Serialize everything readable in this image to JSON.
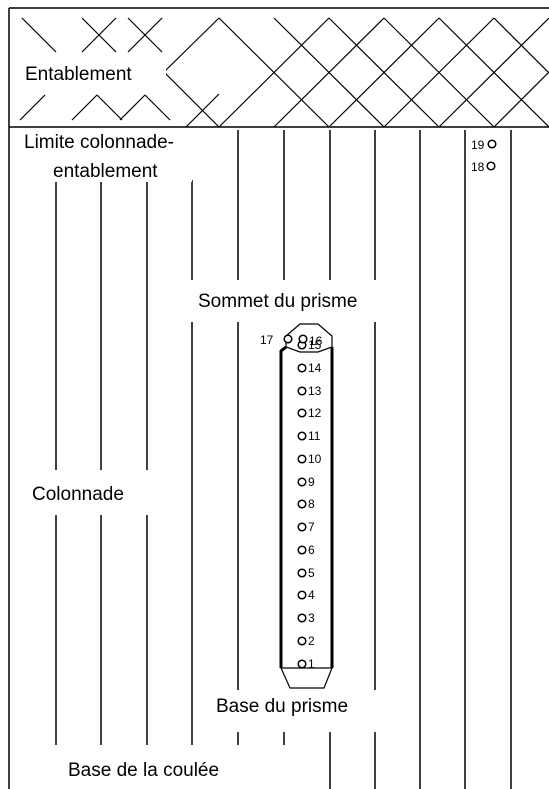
{
  "zones": {
    "entablature": "Entablement",
    "boundary_line1": "Limite colonnade-",
    "boundary_line2": "entablement",
    "colonnade": "Colonnade",
    "flow_base": "Base de la coulée"
  },
  "prism": {
    "top": "Sommet du prisme",
    "base": "Base du prisme"
  },
  "points": {
    "p1": "1",
    "p2": "2",
    "p3": "3",
    "p4": "4",
    "p5": "5",
    "p6": "6",
    "p7": "7",
    "p8": "8",
    "p9": "9",
    "p10": "10",
    "p11": "11",
    "p12": "12",
    "p13": "13",
    "p14": "14",
    "p15": "15",
    "p16": "16",
    "p17": "17",
    "p18": "18",
    "p19": "19"
  }
}
